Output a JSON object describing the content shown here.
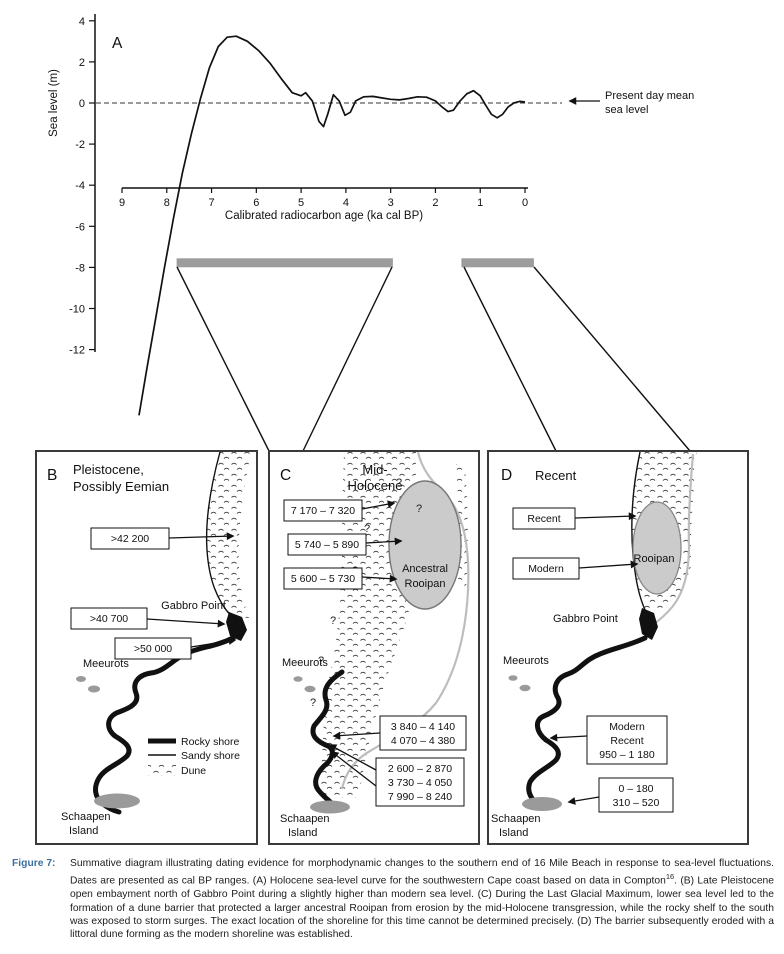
{
  "colors": {
    "caption_label": "#3c6e9f",
    "date_bar": "#9c9c9c",
    "pan_fill": "#cbcbcb",
    "island_fill": "#9a9a9a",
    "transgression_shoreline": "#bdbdbd"
  },
  "chart_data": {
    "type": "line",
    "title": "Holocene sea-level curve",
    "xlabel": "Calibrated radiocarbon age (ka cal BP)",
    "ylabel": "Sea level (m)",
    "x_range_ka": [
      9,
      0
    ],
    "y_range_m": [
      -12,
      4
    ],
    "xticks": [
      9,
      8,
      7,
      6,
      5,
      4,
      3,
      2,
      1,
      0
    ],
    "yticks": [
      4,
      2,
      0,
      -2,
      -4,
      -6,
      -8,
      -10,
      -12
    ],
    "reference_line": {
      "value_m": 0,
      "label": "Present day mean sea level",
      "style": "dashed"
    },
    "series": [
      {
        "name": "Sea level (m) vs age (ka cal BP)",
        "points_ka_m": [
          [
            8.62,
            -15.2
          ],
          [
            8.45,
            -13.0
          ],
          [
            8.25,
            -10.5
          ],
          [
            8.05,
            -8.0
          ],
          [
            7.85,
            -5.6
          ],
          [
            7.65,
            -3.4
          ],
          [
            7.45,
            -1.5
          ],
          [
            7.25,
            0.2
          ],
          [
            7.05,
            1.7
          ],
          [
            6.85,
            2.75
          ],
          [
            6.65,
            3.2
          ],
          [
            6.45,
            3.25
          ],
          [
            6.2,
            3.0
          ],
          [
            5.95,
            2.55
          ],
          [
            5.7,
            1.95
          ],
          [
            5.45,
            1.2
          ],
          [
            5.2,
            0.5
          ],
          [
            5.0,
            0.35
          ],
          [
            4.9,
            0.5
          ],
          [
            4.75,
            0.1
          ],
          [
            4.6,
            -0.9
          ],
          [
            4.5,
            -1.15
          ],
          [
            4.4,
            -0.5
          ],
          [
            4.28,
            0.4
          ],
          [
            4.15,
            0.1
          ],
          [
            4.02,
            -0.6
          ],
          [
            3.9,
            -0.45
          ],
          [
            3.78,
            0.1
          ],
          [
            3.6,
            0.3
          ],
          [
            3.4,
            0.32
          ],
          [
            3.2,
            0.25
          ],
          [
            3.0,
            0.18
          ],
          [
            2.8,
            0.15
          ],
          [
            2.6,
            0.22
          ],
          [
            2.4,
            0.3
          ],
          [
            2.2,
            0.28
          ],
          [
            2.0,
            0.1
          ],
          [
            1.85,
            -0.2
          ],
          [
            1.72,
            -0.42
          ],
          [
            1.6,
            -0.35
          ],
          [
            1.45,
            0.1
          ],
          [
            1.3,
            0.45
          ],
          [
            1.15,
            0.6
          ],
          [
            1.0,
            0.35
          ],
          [
            0.88,
            -0.1
          ],
          [
            0.75,
            -0.55
          ],
          [
            0.62,
            -0.72
          ],
          [
            0.5,
            -0.55
          ],
          [
            0.38,
            -0.2
          ],
          [
            0.25,
            0.0
          ],
          [
            0.12,
            0.08
          ],
          [
            0.0,
            0.05
          ]
        ]
      }
    ],
    "highlight_bars": [
      {
        "from_ka": 7.78,
        "to_ka": 2.95,
        "level_m": -7.75,
        "links_to": "panel C"
      },
      {
        "from_ka": 1.42,
        "to_ka": -0.2,
        "level_m": -7.75,
        "links_to": "panel D"
      }
    ],
    "bar_color": "#9c9c9c"
  },
  "panel_a": {
    "label": "A",
    "ylabel": "Sea level (m)",
    "xlabel": "Calibrated radiocarbon age (ka cal BP)",
    "ref_label_line1": "Present day mean",
    "ref_label_line2": "sea level"
  },
  "panel_b": {
    "label": "B",
    "title_line1": "Pleistocene,",
    "title_line2": "Possibly Eemian",
    "date_1": ">42 200",
    "date_2": ">40 700",
    "date_3": ">50 000",
    "gabbro_point": "Gabbro Point",
    "meeurots": "Meeurots",
    "legend_rocky": "Rocky shore",
    "legend_sandy": "Sandy shore",
    "legend_dune": "Dune",
    "schaapen_line1": "Schaapen",
    "schaapen_line2": "Island"
  },
  "panel_c": {
    "label": "C",
    "title_line1": "Mid-",
    "title_line2": "Holocene",
    "date_1": "7 170 – 7 320",
    "date_2": "5 740 – 5 890",
    "date_3": "5 600 – 5 730",
    "pan_line1": "Ancestral",
    "pan_line2": "Rooipan",
    "question_mark": "?",
    "meeurots": "Meeurots",
    "shore_box1_line1": "3 840 – 4 140",
    "shore_box1_line2": "4 070 – 4 380",
    "shore_box2_line1": "2 600 – 2 870",
    "shore_box2_line2": "3 730 – 4 050",
    "shore_box2_line3": "7 990 – 8 240",
    "schaapen_line1": "Schaapen",
    "schaapen_line2": "Island"
  },
  "panel_d": {
    "label": "D",
    "title": "Recent",
    "date_recent": "Recent",
    "date_modern": "Modern",
    "pan_label": "Rooipan",
    "gabbro_point": "Gabbro Point",
    "meeurots": "Meeurots",
    "shore_box1_line1": "Modern",
    "shore_box1_line2": "Recent",
    "shore_box1_line3": "950 – 1 180",
    "shore_box2_line1": "0 – 180",
    "shore_box2_line2": "310 – 520",
    "schaapen_line1": "Schaapen",
    "schaapen_line2": "Island"
  },
  "caption": {
    "label": "Figure 7:",
    "text_before_sup": "Summative diagram illustrating dating evidence for morphodynamic changes to the southern end of 16 Mile Beach in response to sea-level fluctuations. Dates are presented as cal BP ranges. (A) Holocene sea-level curve for the southwestern Cape coast based on data in Compton",
    "sup": "16",
    "text_after_sup": ". (B) Late Pleistocene open embayment north of Gabbro Point during a slightly higher than modern sea level. (C) During the Last Glacial Maximum, lower sea level led to the formation of a dune barrier that protected a larger ancestral Rooipan from erosion by the mid-Holocene transgression, while the rocky shelf to the south was exposed to storm surges. The exact location of the shoreline for this time cannot be determined precisely. (D) The barrier subsequently eroded with a littoral dune forming as the modern shoreline was established."
  }
}
